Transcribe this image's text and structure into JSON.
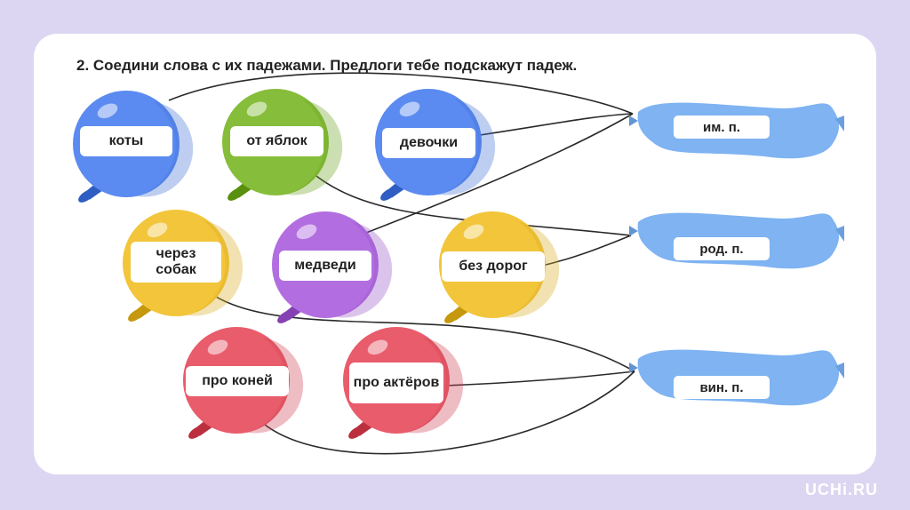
{
  "task": {
    "title": "2. Соедини слова с их падежами. Предлоги тебе подскажут падеж."
  },
  "balloons": [
    {
      "id": "koty",
      "label": "коты",
      "color": "#5b8bf0"
    },
    {
      "id": "ot-yablok",
      "label": "от яблок",
      "color": "#86bd3a"
    },
    {
      "id": "devochki",
      "label": "девочки",
      "color": "#5b8bf0"
    },
    {
      "id": "cherez-sobak",
      "label": "через собак",
      "color": "#f2c53a"
    },
    {
      "id": "medvedi",
      "label": "медведи",
      "color": "#b26ee0"
    },
    {
      "id": "bez-dorog",
      "label": "без дорог",
      "color": "#f2c53a"
    },
    {
      "id": "pro-koney",
      "label": "про коней",
      "color": "#e85c6c"
    },
    {
      "id": "pro-akterov",
      "label": "про актёров",
      "color": "#e85c6c"
    }
  ],
  "cases": [
    {
      "id": "im",
      "label": "им. п."
    },
    {
      "id": "rod",
      "label": "род. п."
    },
    {
      "id": "vin",
      "label": "вин. п."
    }
  ],
  "connections": [
    [
      "koty",
      "im"
    ],
    [
      "devochki",
      "im"
    ],
    [
      "medvedi",
      "im"
    ],
    [
      "ot-yablok",
      "rod"
    ],
    [
      "bez-dorog",
      "rod"
    ],
    [
      "cherez-sobak",
      "vin"
    ],
    [
      "pro-koney",
      "vin"
    ],
    [
      "pro-akterov",
      "vin"
    ]
  ],
  "case_color": "#7fb3f2",
  "watermark": "UCHi.RU"
}
